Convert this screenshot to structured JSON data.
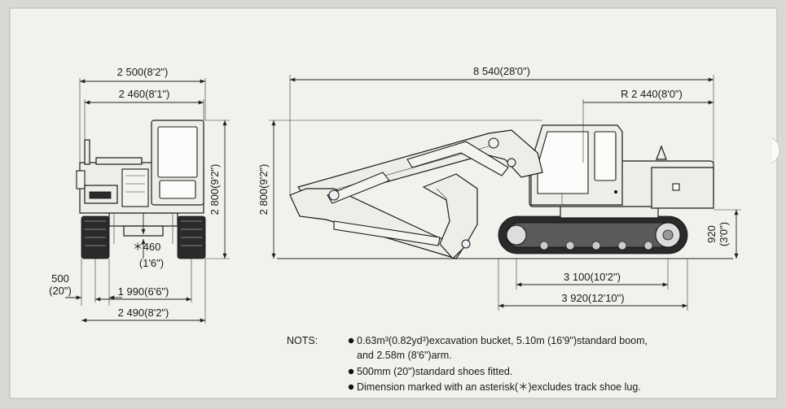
{
  "front_view": {
    "overall_width": "2 500(8'2\")",
    "upper_width": "2 460(8'1\")",
    "height": "2 800(9'2\")",
    "ground_clearance": "＊460",
    "ground_clearance_imperial": "(1'6\")",
    "shoe_width": "500",
    "shoe_width_imperial": "(20\")",
    "track_gauge": "1 990(6'6\")",
    "track_width": "2 490(8'2\")"
  },
  "side_view": {
    "overall_length": "8 540(28'0\")",
    "tail_swing_radius": "R 2 440(8'0\")",
    "height": "2 800(9'2\")",
    "counterweight_clearance": "920",
    "counterweight_clearance_imperial": "(3'0\")",
    "tumbler_distance": "3 100(10'2\")",
    "track_length": "3 920(12'10\")"
  },
  "notes": {
    "label": "NOTS:",
    "line1": "0.63m³(0.82yd³)excavation bucket, 5.10m (16'9\")standard boom,",
    "line1b": "and 2.58m (8'6\")arm.",
    "line2": "500mm (20\")standard shoes fitted.",
    "line3": "Dimension marked with an asterisk(＊)excludes track shoe lug."
  },
  "colors": {
    "panel": "#f2f1ec",
    "background": "#d9d8d2",
    "ink": "#1a1a1a"
  }
}
